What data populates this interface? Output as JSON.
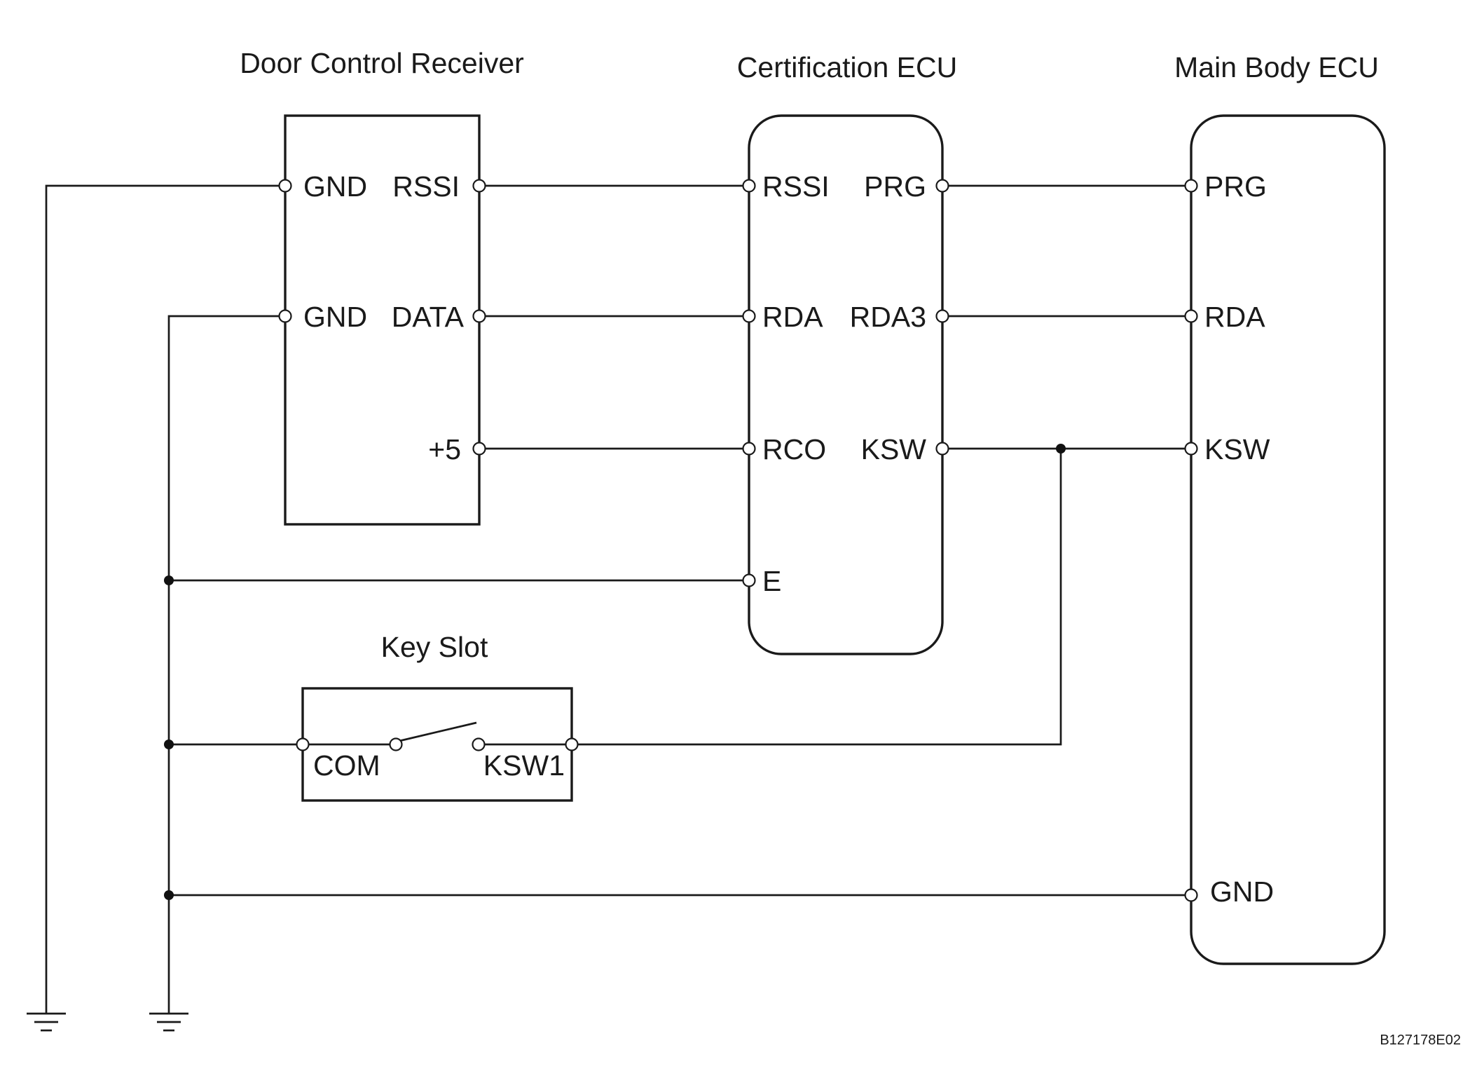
{
  "components": {
    "door_control_receiver": {
      "title": "Door Control Receiver",
      "pins": {
        "gnd_1": "GND",
        "rssi": "RSSI",
        "gnd_2": "GND",
        "data": "DATA",
        "plus5": "+5"
      }
    },
    "certification_ecu": {
      "title": "Certification ECU",
      "pins": {
        "rssi": "RSSI",
        "prg": "PRG",
        "rda": "RDA",
        "rda3": "RDA3",
        "rco": "RCO",
        "ksw": "KSW",
        "e": "E"
      }
    },
    "main_body_ecu": {
      "title": "Main Body ECU",
      "pins": {
        "prg": "PRG",
        "rda": "RDA",
        "ksw": "KSW",
        "gnd": "GND"
      }
    },
    "key_slot": {
      "title": "Key Slot",
      "pins": {
        "com": "COM",
        "ksw1": "KSW1"
      }
    }
  },
  "diagram_code": "B127178E02"
}
